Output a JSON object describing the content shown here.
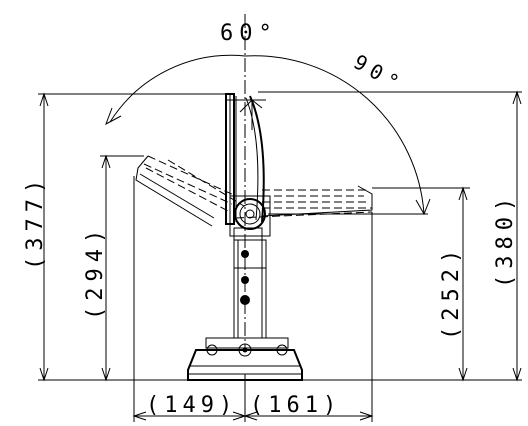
{
  "dimensions": {
    "tilt_up_angle": "60°",
    "tilt_right_angle": "90°",
    "left_total_height": "(377)",
    "left_mid_height": "(294)",
    "right_mid_height": "(252)",
    "right_total_height": "(380)",
    "bottom_left_width": "(149)",
    "bottom_right_width": "(161)"
  }
}
